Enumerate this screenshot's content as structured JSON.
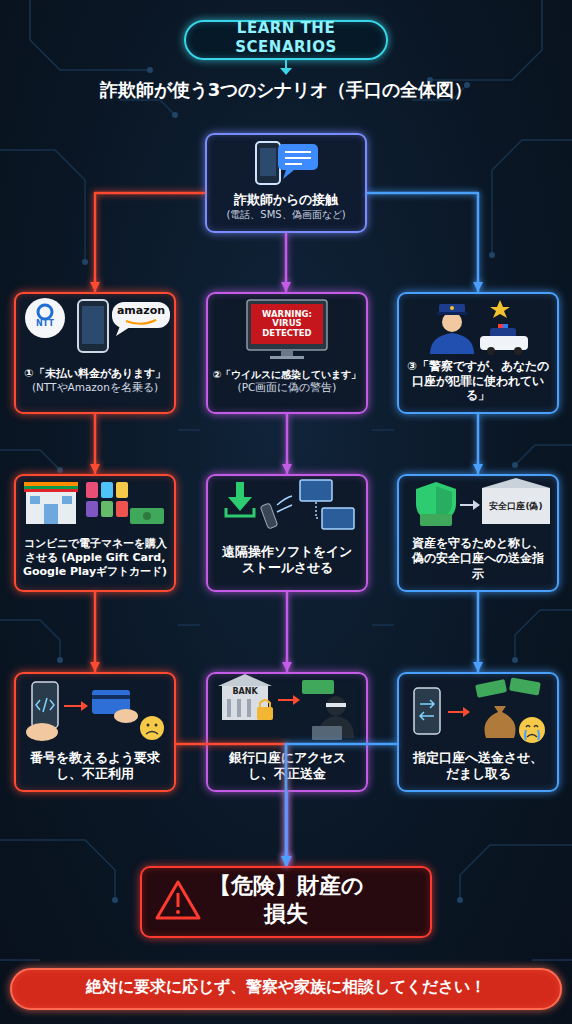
{
  "diagram": {
    "title": "詐欺師が使う3つのシナリオ（手口の全体図）",
    "nodes": [
      {
        "text": [
          "LEARN THE SCENARIOS"
        ]
      },
      {
        "text": [
          "詐欺師からの接触",
          "(電話、SMS、偽画面など)"
        ]
      },
      {
        "text": [
          "①「未払い料金があります」",
          "(NTTやAmazonを名乗る)"
        ]
      },
      {
        "text": [
          "②「ウイルスに感染しています」",
          "(PC画面に偽の警告)"
        ]
      },
      {
        "text": [
          "③「警察ですが、あなたの口座が犯罪に使われている」"
        ]
      },
      {
        "text": [
          "コンビニで電子マネーを購入させる (Apple Gift Card, Google Playギフトカード)"
        ]
      },
      {
        "text": [
          "遠隔操作ソフトをインストールさせる"
        ]
      },
      {
        "text": [
          "資産を守るためと称し、偽の安全口座への送金指示"
        ]
      },
      {
        "text": [
          "番号を教えるよう要求し、不正利用"
        ]
      },
      {
        "text": [
          "銀行口座にアクセスし、不正送金"
        ]
      },
      {
        "text": [
          "指定口座へ送金させ、だまし取る"
        ]
      },
      {
        "text": [
          "【危険】財産の損失"
        ]
      },
      {
        "text": [
          "絶対に要求に応じず、警察や家族に相談してください！"
        ]
      }
    ],
    "edges": [
      {
        "from": 1,
        "to": 2,
        "arrow": "to"
      },
      {
        "from": 1,
        "to": 3,
        "arrow": "to"
      },
      {
        "from": 1,
        "to": 4,
        "arrow": "to"
      },
      {
        "from": 2,
        "to": 5,
        "arrow": "to"
      },
      {
        "from": 3,
        "to": 6,
        "arrow": "to"
      },
      {
        "from": 4,
        "to": 7,
        "arrow": "to"
      },
      {
        "from": 5,
        "to": 8,
        "arrow": "to"
      },
      {
        "from": 6,
        "to": 9,
        "arrow": "to"
      },
      {
        "from": 7,
        "to": 10,
        "arrow": "to"
      },
      {
        "from": 8,
        "to": 11,
        "arrow": "to"
      },
      {
        "from": 9,
        "to": 11,
        "arrow": "to"
      },
      {
        "from": 10,
        "to": 11,
        "arrow": "to"
      }
    ],
    "labels": [
      "NTT",
      "amazon",
      "WARNING: VIRUS DETECTED",
      "安全口座(偽)",
      "BANK"
    ]
  }
}
